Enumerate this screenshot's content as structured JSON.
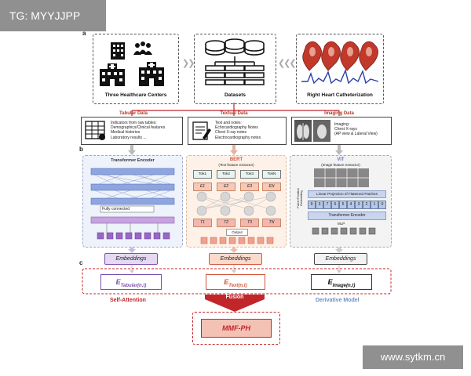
{
  "watermarks": {
    "top_left": "TG: MYYJJPP",
    "bottom_right": "www.sytkm.cn"
  },
  "panel_labels": {
    "a": "a",
    "b": "b",
    "c": "c"
  },
  "sources": {
    "centers": "Three Healthcare Centers",
    "datasets": "Datasets",
    "rhc": "Right Heart Catheterization"
  },
  "categories": {
    "tabular": {
      "title": "Tabular Data",
      "lines": [
        "Indicators from raw tables:",
        "Demographics/Clinical features",
        "Medical histories",
        "Laboratory results ..."
      ]
    },
    "textual": {
      "title": "Textual Data",
      "lines": [
        "Text and notes:",
        "Echocardiography Notes",
        "Chest X-ray notes",
        "Electrocardiography notes"
      ]
    },
    "imaging": {
      "title": "Imaging Data",
      "lines": [
        "Imaging:",
        "Chest X-rays",
        "(AP view & Lateral View)"
      ]
    }
  },
  "encoders": {
    "transformer": {
      "title": "Transformer Encoder",
      "fc": "Fully connected"
    },
    "bert": {
      "title": "BERT",
      "subtitle": "(Text feature extractor)",
      "tokens": [
        "Tok1",
        "Tok2",
        "Tok3",
        "TokN"
      ],
      "embeds": [
        "E1",
        "E2",
        "E3",
        "EN"
      ],
      "outputs": [
        "T1",
        "T2",
        "T3",
        "TN"
      ],
      "output_label": "Output"
    },
    "vit": {
      "title": "ViT",
      "subtitle": "(Image feature extractor)",
      "pos_label": "Patch+Position Embedding",
      "projection": "Linear Projection of Flattened Patches",
      "patches": [
        "9",
        "3",
        "7",
        "6",
        "5",
        "4",
        "3",
        "2",
        "1",
        "0"
      ],
      "encoder": "Transformer Encoder",
      "mlp": "MLP"
    }
  },
  "embeddings": [
    "Embeddings",
    "Embeddings",
    "Embeddings"
  ],
  "fusion_inputs": {
    "tabular": {
      "main": "E",
      "sub": "Tabular(n,t)"
    },
    "text": {
      "main": "E",
      "sub": "Text(n,t)"
    },
    "image": {
      "main": "E",
      "sub": "Image(n,t)"
    }
  },
  "captions": {
    "self_attention": "Self-Attention",
    "fusion": "Fusion",
    "derivative": "Derivative Model",
    "output": "MMF-PH"
  },
  "colors": {
    "tabular": "#7b4fb0",
    "text": "#d4553a",
    "image": "#333333",
    "fusion_red": "#c0262a",
    "derivative_blue": "#6a8fc7"
  }
}
